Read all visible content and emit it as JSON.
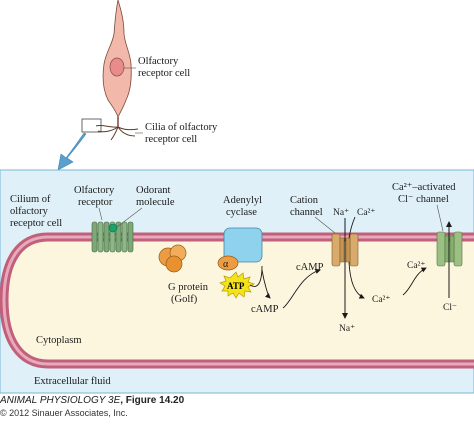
{
  "labels": {
    "receptor_cell": [
      "Olfactory",
      "receptor cell"
    ],
    "cilia_receptor_cell": [
      "Cilia of olfactory",
      "receptor cell"
    ],
    "cilium_receptor_cell": [
      "Cilium of",
      "olfactory",
      "receptor cell"
    ],
    "olfactory_receptor": [
      "Olfactory",
      "receptor"
    ],
    "odorant_molecule": [
      "Odorant",
      "molecule"
    ],
    "adenylyl_cyclase": [
      "Adenylyl",
      "cyclase"
    ],
    "cation_channel": [
      "Cation",
      "channel"
    ],
    "ca_activated_channel": [
      "Ca²⁺–activated",
      "Cl⁻ channel"
    ],
    "g_protein": [
      "G protein",
      "(Golf)"
    ],
    "alpha": "α",
    "atp": "ATP",
    "camp_1": "cAMP",
    "camp_2": "cAMP",
    "na_in": "Na⁺",
    "ca_in": "Ca²⁺",
    "na_out": "Na⁺",
    "ca_out": "Ca²⁺",
    "ca_right": "Ca²⁺",
    "cl_out": "Cl⁻",
    "cytoplasm": "Cytoplasm",
    "extracellular_fluid": "Extracellular fluid"
  },
  "caption": {
    "title": "ANIMAL PHYSIOLOGY 3E",
    "figure": ", Figure 14.20",
    "copyright": "© 2012 Sinauer Associates, Inc."
  },
  "colors": {
    "panel_bg": "#dff0f8",
    "cell_fill": "#fdf6df",
    "membrane": "#c0607a",
    "membrane_light": "#e9a8bb",
    "receptor": "#7fa77a",
    "g_protein": "#eb9c44",
    "cyclase": "#8fd2ee",
    "cation_channel": "#d8aa6c",
    "cl_channel": "#9cbf86",
    "atp": "#f5e31a",
    "arrow": "#5aa0cf",
    "neuron": "#f2b8a9"
  }
}
